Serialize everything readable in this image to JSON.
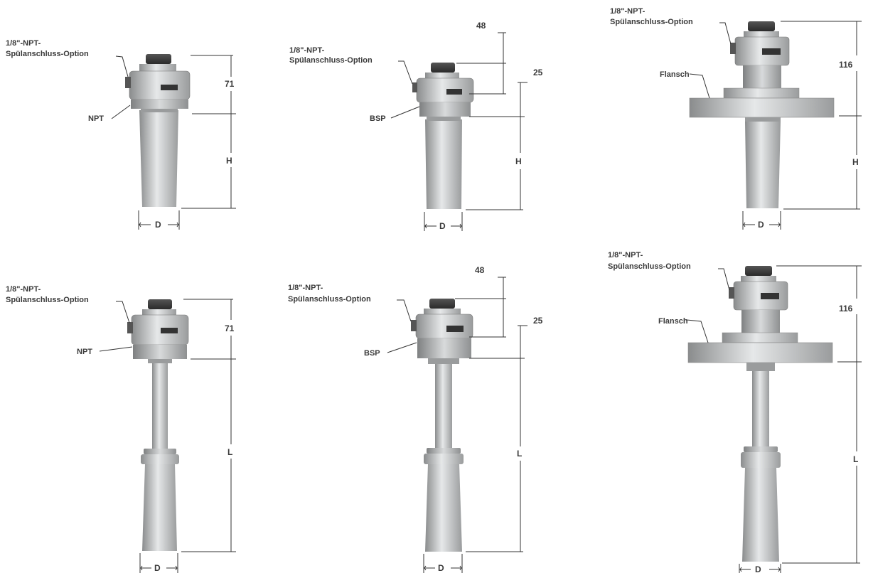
{
  "colors": {
    "body_dark": "#8a8c8d",
    "body_mid": "#c7c9ca",
    "body_light": "#e6e8e9",
    "line": "#333333",
    "label": "#3a3a3a"
  },
  "labels": {
    "purge_line1": "1/8\"-NPT-",
    "purge_line2": "Spülanschluss-Option",
    "npt": "NPT",
    "bsp": "BSP",
    "flange": "Flansch"
  },
  "dimensions": {
    "h71": "71",
    "h48": "48",
    "h25": "25",
    "h116": "116",
    "height": "H",
    "diameter": "D",
    "length": "L"
  }
}
